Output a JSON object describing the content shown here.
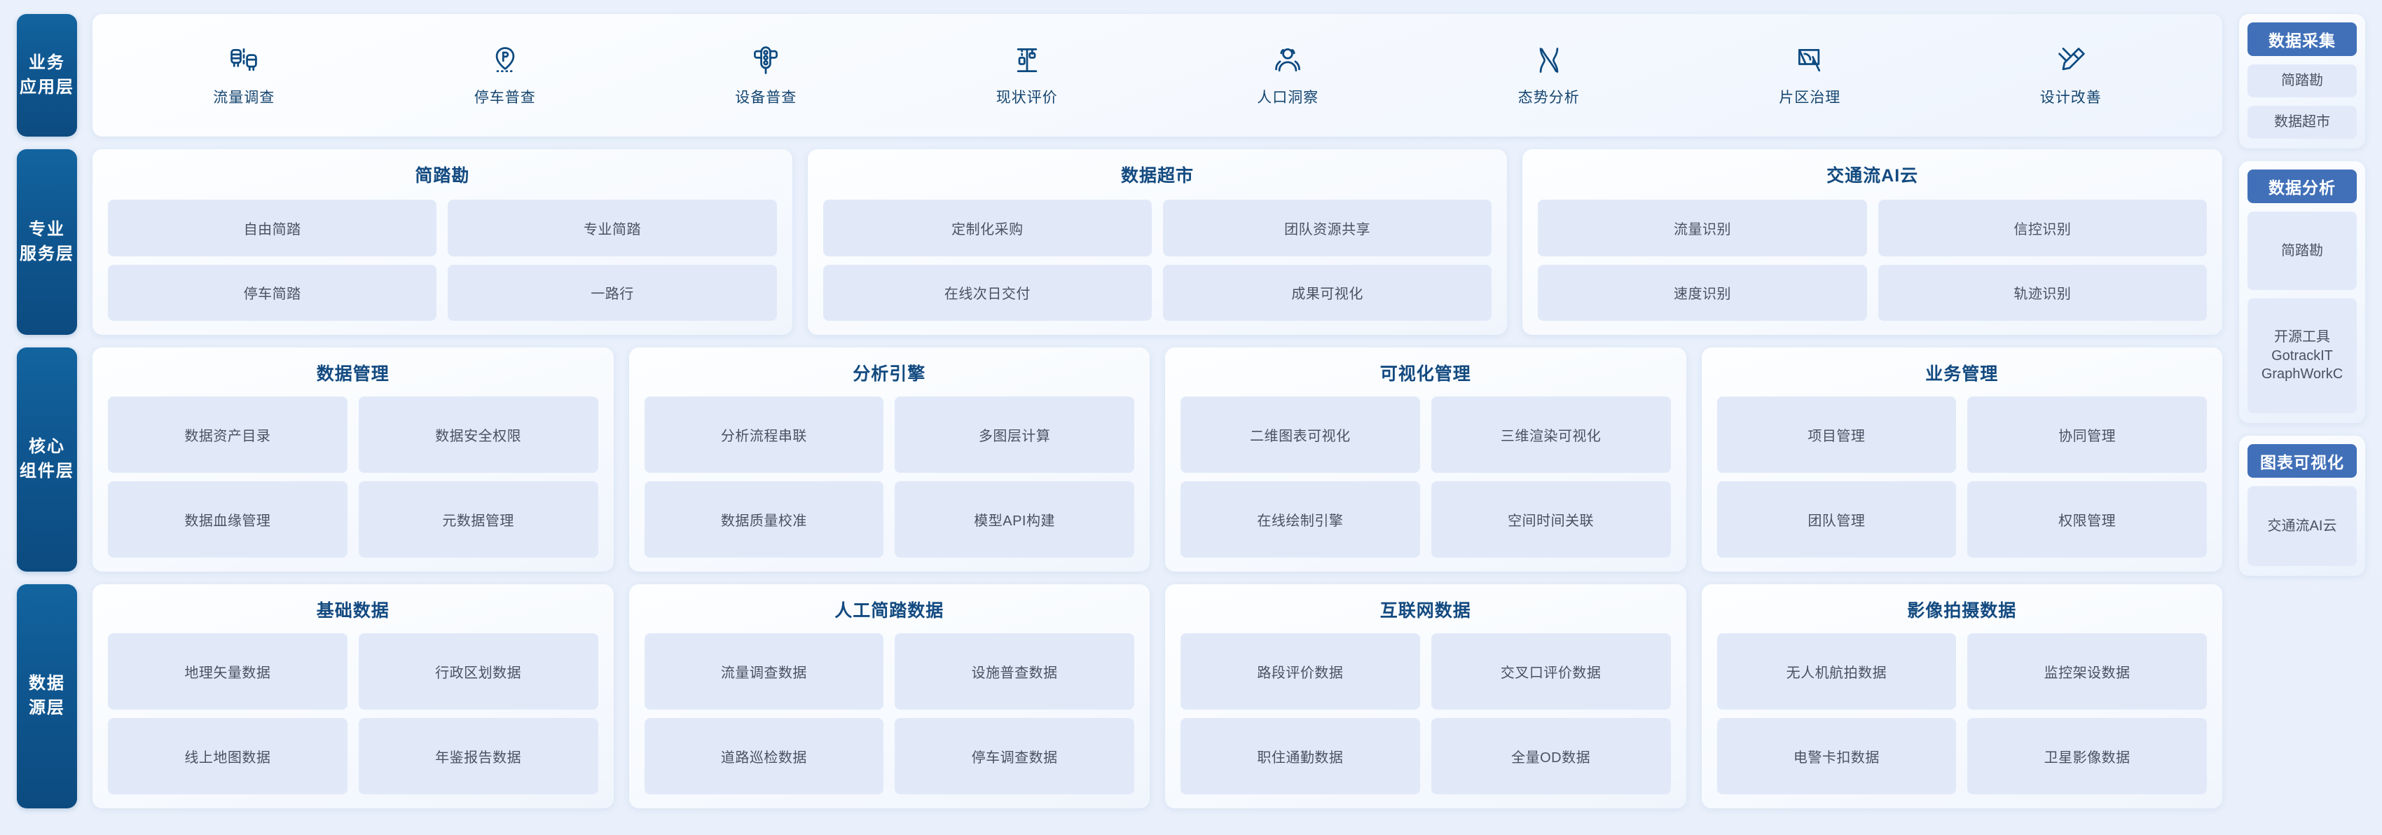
{
  "layers": [
    {
      "id": "business-application",
      "line1": "业务",
      "line2": "应用层"
    },
    {
      "id": "professional-service",
      "line1": "专业",
      "line2": "服务层"
    },
    {
      "id": "core-component",
      "line1": "核心",
      "line2": "组件层"
    },
    {
      "id": "data-source",
      "line1": "数据",
      "line2": "源层"
    }
  ],
  "business_apps": [
    {
      "label": "流量调查",
      "icon": "traffic-survey-icon"
    },
    {
      "label": "停车普查",
      "icon": "parking-census-icon"
    },
    {
      "label": "设备普查",
      "icon": "traffic-light-icon"
    },
    {
      "label": "现状评价",
      "icon": "status-evaluation-icon"
    },
    {
      "label": "人口洞察",
      "icon": "population-insight-icon"
    },
    {
      "label": "态势分析",
      "icon": "situation-analysis-icon"
    },
    {
      "label": "片区治理",
      "icon": "district-governance-icon"
    },
    {
      "label": "设计改善",
      "icon": "design-improvement-icon"
    }
  ],
  "service_groups": [
    {
      "title": "简踏勘",
      "items": [
        "自由简踏",
        "专业简踏",
        "停车简踏",
        "一路行"
      ]
    },
    {
      "title": "数据超市",
      "items": [
        "定制化采购",
        "团队资源共享",
        "在线次日交付",
        "成果可视化"
      ]
    },
    {
      "title": "交通流AI云",
      "items": [
        "流量识别",
        "信控识别",
        "速度识别",
        "轨迹识别"
      ]
    }
  ],
  "core_groups": [
    {
      "title": "数据管理",
      "items": [
        "数据资产目录",
        "数据安全权限",
        "数据血缘管理",
        "元数据管理"
      ]
    },
    {
      "title": "分析引擎",
      "items": [
        "分析流程串联",
        "多图层计算",
        "数据质量校准",
        "模型API构建"
      ]
    },
    {
      "title": "可视化管理",
      "items": [
        "二维图表可视化",
        "三维渲染可视化",
        "在线绘制引擎",
        "空间时间关联"
      ]
    },
    {
      "title": "业务管理",
      "items": [
        "项目管理",
        "协同管理",
        "团队管理",
        "权限管理"
      ]
    }
  ],
  "datasource_groups": [
    {
      "title": "基础数据",
      "items": [
        "地理矢量数据",
        "行政区划数据",
        "线上地图数据",
        "年鉴报告数据"
      ]
    },
    {
      "title": "人工简踏数据",
      "items": [
        "流量调查数据",
        "设施普查数据",
        "道路巡检数据",
        "停车调查数据"
      ]
    },
    {
      "title": "互联网数据",
      "items": [
        "路段评价数据",
        "交叉口评价数据",
        "职住通勤数据",
        "全量OD数据"
      ]
    },
    {
      "title": "影像拍摄数据",
      "items": [
        "无人机航拍数据",
        "监控架设数据",
        "电警卡扣数据",
        "卫星影像数据"
      ]
    }
  ],
  "side_rail": [
    {
      "head": "数据采集",
      "items": [
        {
          "lines": [
            "简踏勘"
          ]
        },
        {
          "lines": [
            "数据超市"
          ]
        }
      ]
    },
    {
      "head": "数据分析",
      "items": [
        {
          "lines": [
            "简踏勘"
          ]
        },
        {
          "lines": [
            "开源工具",
            "GotrackIT",
            "GraphWorkC"
          ]
        }
      ]
    },
    {
      "head": "图表可视化",
      "items": [
        {
          "lines": [
            "交通流AI云"
          ]
        }
      ]
    }
  ],
  "colors": {
    "page_bg": "#eaf0fb",
    "layer_tab": "#0f5690",
    "title_blue": "#134a80",
    "icon_blue": "#0d4a80",
    "chip_bg": "#e1e9f9",
    "chip_text": "#4a5261",
    "side_head_bg": "#4170b8"
  }
}
